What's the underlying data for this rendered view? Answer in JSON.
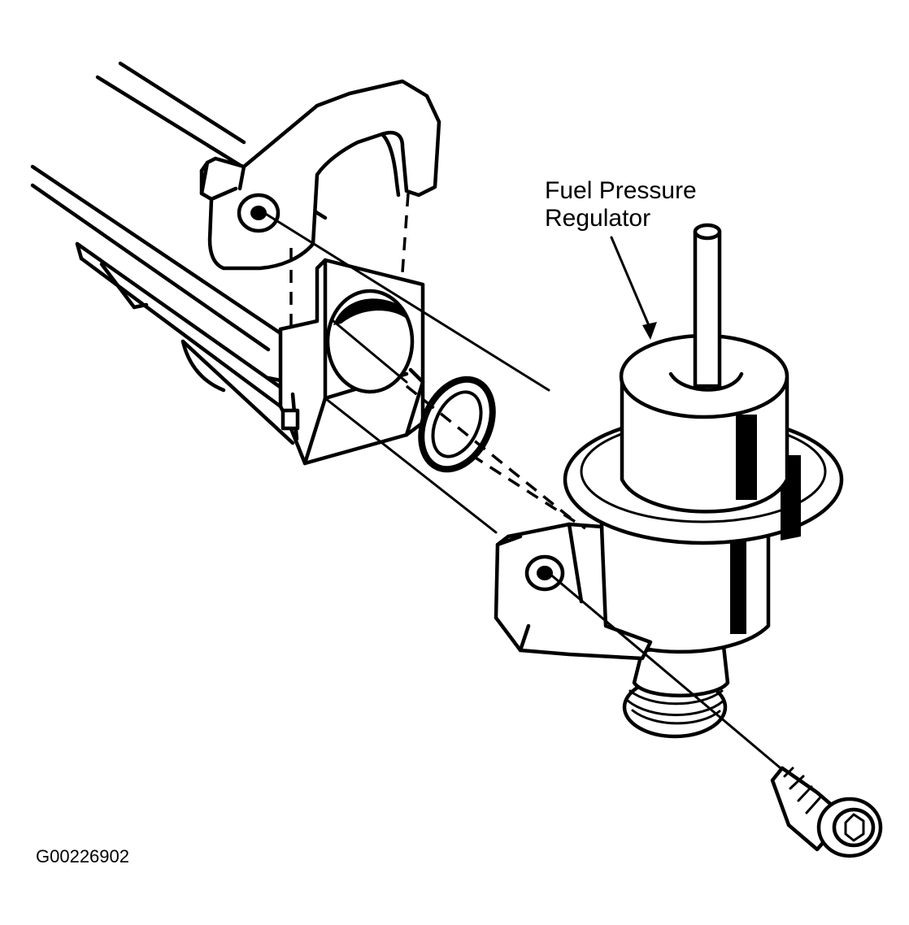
{
  "callout": {
    "line1": "Fuel Pressure",
    "line2": "Regulator"
  },
  "figure_id": "G00226902"
}
